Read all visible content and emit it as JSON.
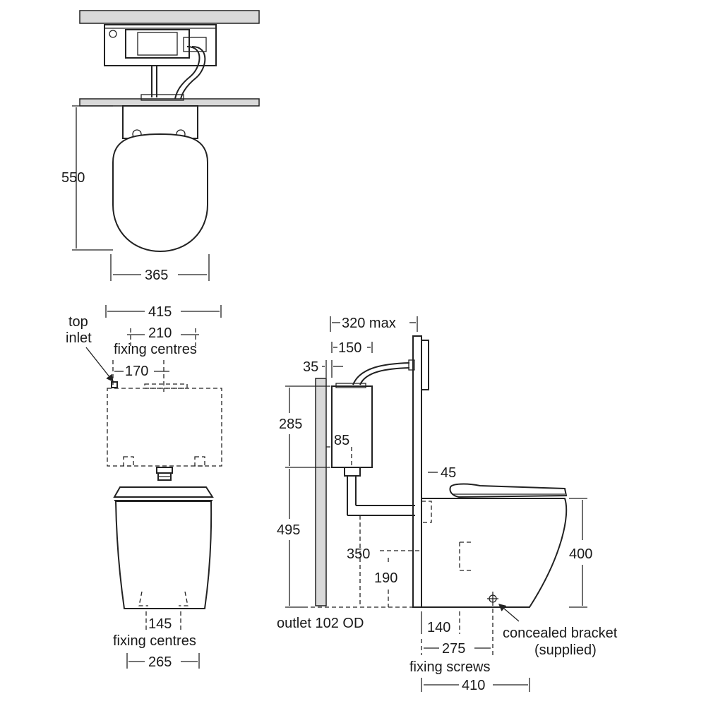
{
  "top_view": {
    "depth": "550",
    "width": "365"
  },
  "front_view": {
    "cistern_width": "415",
    "fixing_centres_top": "210",
    "fixing_centres_top_label": "fixing centres",
    "inlet_offset": "170",
    "top_inlet_label_line1": "top",
    "top_inlet_label_line2": "inlet",
    "fixing_centres_bottom": "145",
    "fixing_centres_bottom_label": "fixing centres",
    "base_width": "265"
  },
  "side_view": {
    "projection": "320 max",
    "cistern_depth": "150",
    "wall_gap": "35",
    "cistern_height": "285",
    "outlet_offset": "85",
    "seat_gap": "45",
    "bowl_top_height": "495",
    "outlet_height": "350",
    "bracket_height": "190",
    "pan_height": "400",
    "outlet_label": "outlet 102 OD",
    "bracket_distance": "140",
    "fixing_screws_distance": "275",
    "fixing_screws_label": "fixing screws",
    "pan_depth": "410",
    "bracket_label_line1": "concealed bracket",
    "bracket_label_line2": "(supplied)"
  }
}
